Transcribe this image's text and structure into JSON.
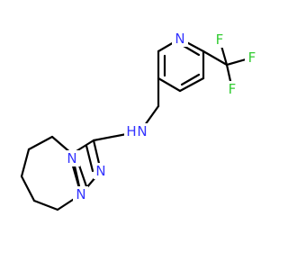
{
  "molecule": {
    "atoms": {
      "n_pyridine": {
        "symbol": "N",
        "color": "#3333ff"
      },
      "f_top": {
        "symbol": "F",
        "color": "#33cc33"
      },
      "f_right": {
        "symbol": "F",
        "color": "#33cc33"
      },
      "f_bottom": {
        "symbol": "F",
        "color": "#33cc33"
      },
      "n_amine": {
        "symbol": "N",
        "color": "#3333ff"
      },
      "h_amine": {
        "symbol": "H",
        "color": "#3333ff"
      },
      "n_triazole_bridge": {
        "symbol": "N",
        "color": "#3333ff"
      },
      "n_triazole_2": {
        "symbol": "N",
        "color": "#3333ff"
      },
      "n_triazole_1": {
        "symbol": "N",
        "color": "#3333ff"
      }
    },
    "bond_color": "#000000"
  }
}
